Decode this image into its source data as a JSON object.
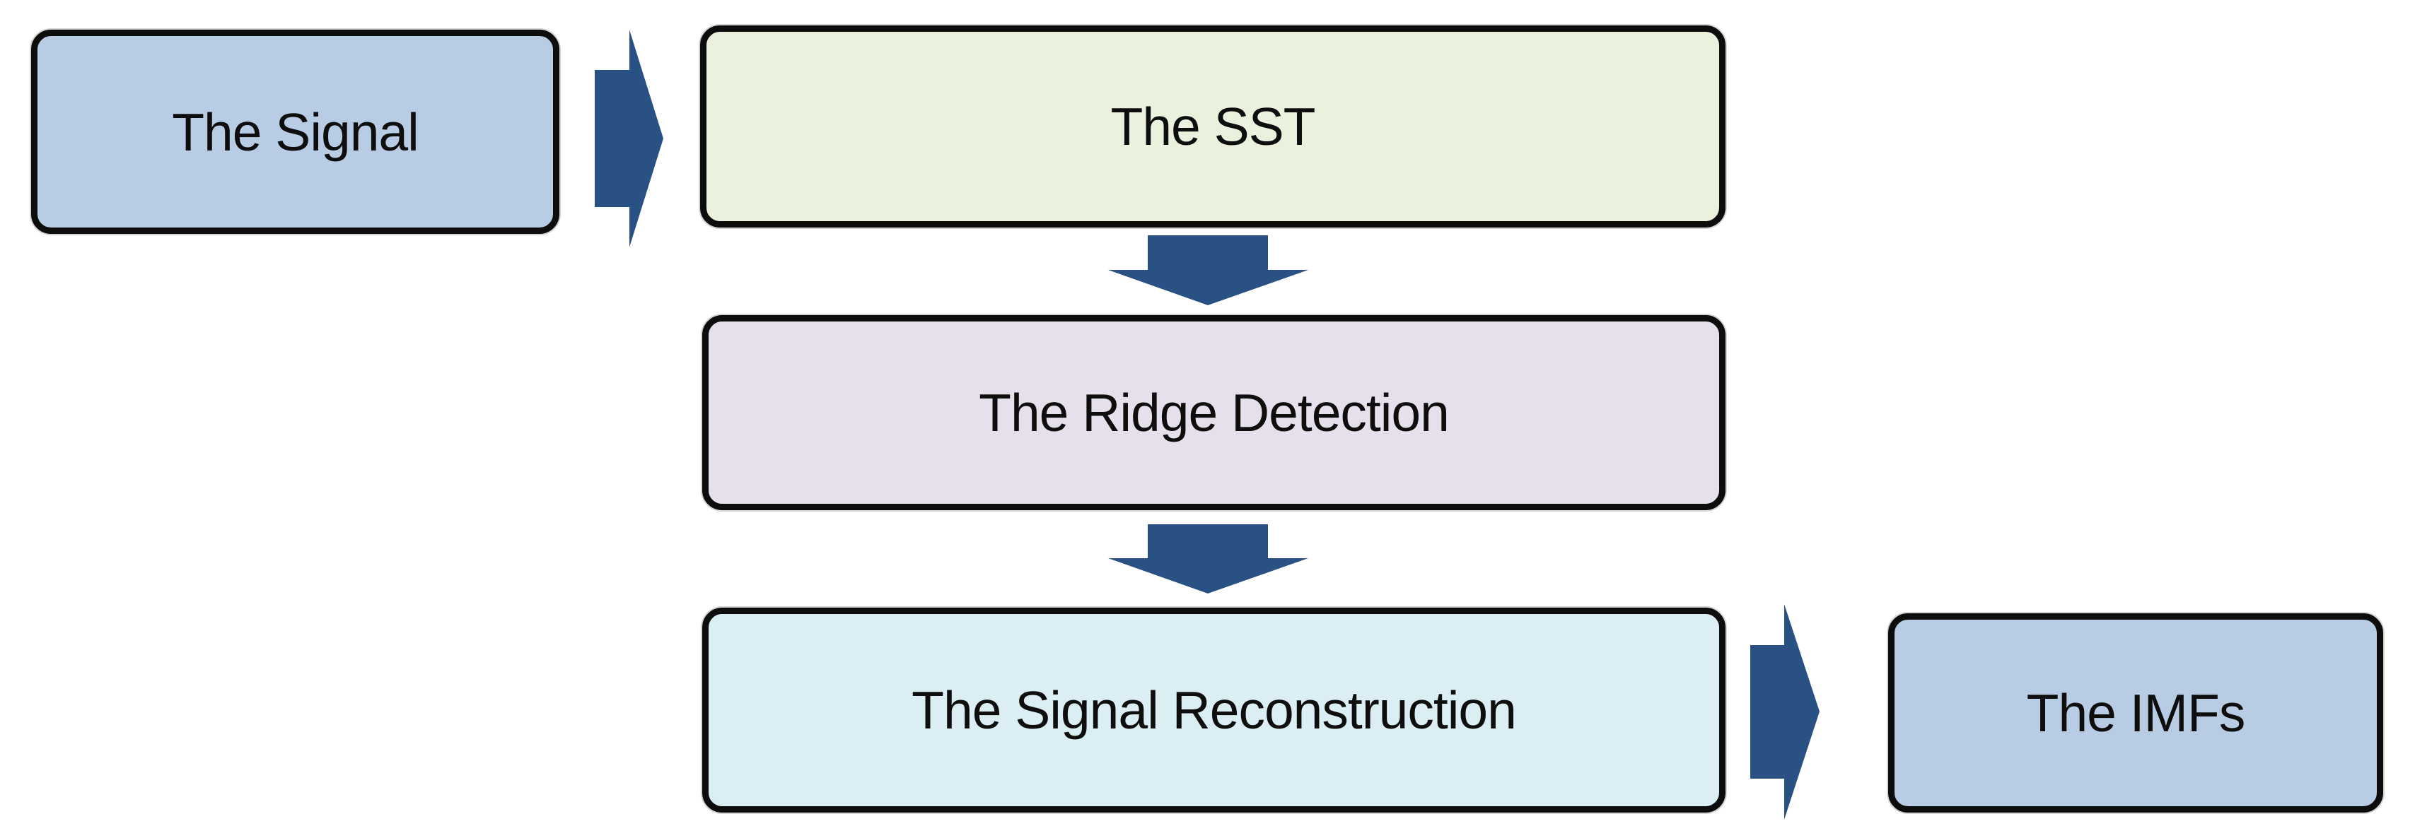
{
  "diagram": {
    "background": "#ffffff",
    "border_color": "#0d0d0d",
    "arrow_color": "#2a5183",
    "nodes": [
      {
        "id": "signal",
        "label": "The Signal",
        "fill": "#b8cce4"
      },
      {
        "id": "sst",
        "label": "The SST",
        "fill": "#eaf1dd"
      },
      {
        "id": "ridge-detection",
        "label": "The Ridge Detection",
        "fill": "#e6e0ec"
      },
      {
        "id": "signal-reconstruction",
        "label": "The Signal Reconstruction",
        "fill": "#daeef3"
      },
      {
        "id": "imfs",
        "label": "The IMFs",
        "fill": "#b8cce4"
      }
    ],
    "edges": [
      {
        "from": "The Signal",
        "to": "The SST",
        "direction": "right"
      },
      {
        "from": "The SST",
        "to": "The Ridge Detection",
        "direction": "down"
      },
      {
        "from": "The Ridge Detection",
        "to": "The Signal Reconstruction",
        "direction": "down"
      },
      {
        "from": "The Signal Reconstruction",
        "to": "The IMFs",
        "direction": "right"
      }
    ]
  }
}
